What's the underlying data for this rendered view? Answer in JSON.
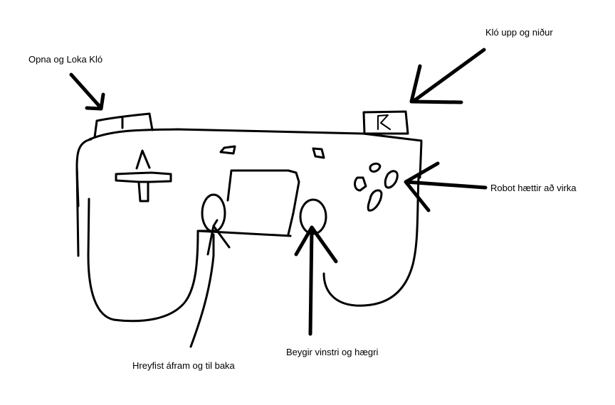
{
  "labels": {
    "open_close_claw": "Opna og Loka Kló",
    "claw_up_down": "Kló upp og niður",
    "robot_stops": "Robot hættir að virka",
    "move_forward_back": "Hreyfist áfram og til baka",
    "turn_left_right": "Beygir vinstri og hægri"
  },
  "colors": {
    "background": "#ffffff",
    "ink": "#000000"
  }
}
